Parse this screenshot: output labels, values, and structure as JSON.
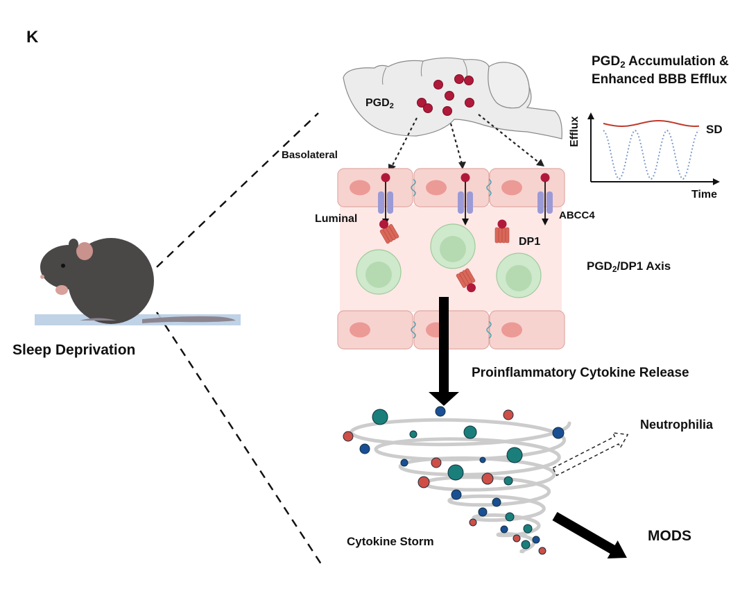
{
  "panel_letter": "K",
  "title": {
    "line1_prefix": "PGD",
    "line1_sub": "2",
    "line1_suffix": " Accumulation &",
    "line2": "Enhanced BBB Efflux"
  },
  "brain": {
    "label_prefix": "PGD",
    "label_sub": "2",
    "molecule_count": 8
  },
  "bbb": {
    "basolateral": "Basolateral",
    "luminal": "Luminal",
    "transporter": "ABCC4",
    "receptor": "DP1",
    "axis_prefix": "PGD",
    "axis_sub": "2",
    "axis_suffix": "/DP1 Axis"
  },
  "mouse": {
    "label": "Sleep Deprivation"
  },
  "cascade": {
    "release": "Proinflammatory Cytokine Release",
    "storm": "Cytokine Storm",
    "neutrophilia": "Neutrophilia",
    "mods": "MODS"
  },
  "inset_chart": {
    "ylabel": "Efflux",
    "xlabel": "Time",
    "series": [
      {
        "name": "SD",
        "style": "solid",
        "color": "#c0392b"
      },
      {
        "name": "",
        "style": "dotted",
        "color": "#7f9cc8"
      }
    ]
  },
  "colors": {
    "pgd2": "#b0193a",
    "endothelium": "#f7d3d0",
    "nucleus": "#ec9a96",
    "lumen": "#fde8e6",
    "transporter": "#9c9ad6",
    "immune_cell": "#cfe9cc",
    "receptor": "#d9685a",
    "cytokine_teal": "#1a7f7a",
    "cytokine_blue": "#1b4f93",
    "cytokine_red": "#cf4f47",
    "tornado": "#cccccc"
  }
}
